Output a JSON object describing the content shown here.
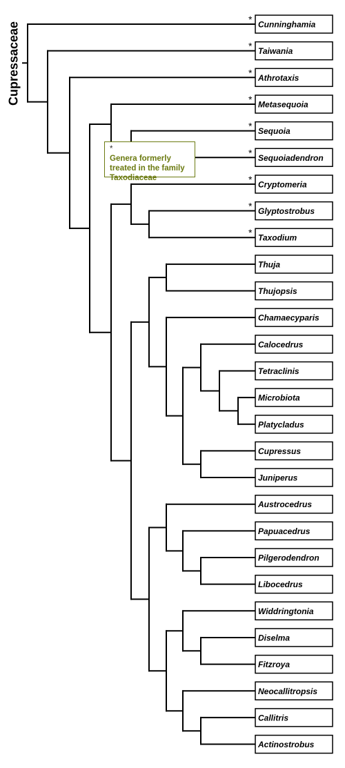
{
  "family": "Cupressaceae",
  "note": {
    "marker": "*",
    "lines": [
      "Genera formerly",
      "treated in the family",
      "Taxodiaceae"
    ]
  },
  "taxa": [
    {
      "name": "Cunninghamia",
      "formerly_taxodiaceae": true
    },
    {
      "name": "Taiwania",
      "formerly_taxodiaceae": true
    },
    {
      "name": "Athrotaxis",
      "formerly_taxodiaceae": true
    },
    {
      "name": "Metasequoia",
      "formerly_taxodiaceae": true
    },
    {
      "name": "Sequoia",
      "formerly_taxodiaceae": true
    },
    {
      "name": "Sequoiadendron",
      "formerly_taxodiaceae": true
    },
    {
      "name": "Cryptomeria",
      "formerly_taxodiaceae": true
    },
    {
      "name": "Glyptostrobus",
      "formerly_taxodiaceae": true
    },
    {
      "name": "Taxodium",
      "formerly_taxodiaceae": true
    },
    {
      "name": "Thuja",
      "formerly_taxodiaceae": false
    },
    {
      "name": "Thujopsis",
      "formerly_taxodiaceae": false
    },
    {
      "name": "Chamaecyparis",
      "formerly_taxodiaceae": false
    },
    {
      "name": "Calocedrus",
      "formerly_taxodiaceae": false
    },
    {
      "name": "Tetraclinis",
      "formerly_taxodiaceae": false
    },
    {
      "name": "Microbiota",
      "formerly_taxodiaceae": false
    },
    {
      "name": "Platycladus",
      "formerly_taxodiaceae": false
    },
    {
      "name": "Cupressus",
      "formerly_taxodiaceae": false
    },
    {
      "name": "Juniperus",
      "formerly_taxodiaceae": false
    },
    {
      "name": "Austrocedrus",
      "formerly_taxodiaceae": false
    },
    {
      "name": "Papuacedrus",
      "formerly_taxodiaceae": false
    },
    {
      "name": "Pilgerodendron",
      "formerly_taxodiaceae": false
    },
    {
      "name": "Libocedrus",
      "formerly_taxodiaceae": false
    },
    {
      "name": "Widdringtonia",
      "formerly_taxodiaceae": false
    },
    {
      "name": "Diselma",
      "formerly_taxodiaceae": false
    },
    {
      "name": "Fitzroya",
      "formerly_taxodiaceae": false
    },
    {
      "name": "Neocallitropsis",
      "formerly_taxodiaceae": false
    },
    {
      "name": "Callitris",
      "formerly_taxodiaceae": false
    },
    {
      "name": "Actinostrobus",
      "formerly_taxodiaceae": false
    }
  ],
  "tree": [
    0,
    [
      1,
      [
        2,
        [
          [
            3,
            [
              4,
              5
            ]
          ],
          [
            [
              6,
              [
                7,
                8
              ]
            ],
            [
              [
                [
                  9,
                  10
                ],
                [
                  11,
                  [
                    [
                      12,
                      [
                        13,
                        [
                          14,
                          15
                        ]
                      ]
                    ],
                    [
                      16,
                      17
                    ]
                  ]
                ]
              ],
              [
                [
                  18,
                  [
                    19,
                    [
                      20,
                      21
                    ]
                  ]
                ],
                [
                  [
                    22,
                    [
                      23,
                      24
                    ]
                  ],
                  [
                    25,
                    [
                      26,
                      27
                    ]
                  ]
                ]
              ]
            ]
          ]
        ]
      ]
    ]
  ],
  "colors": {
    "line": "#000000",
    "note": "#6b7a10"
  }
}
